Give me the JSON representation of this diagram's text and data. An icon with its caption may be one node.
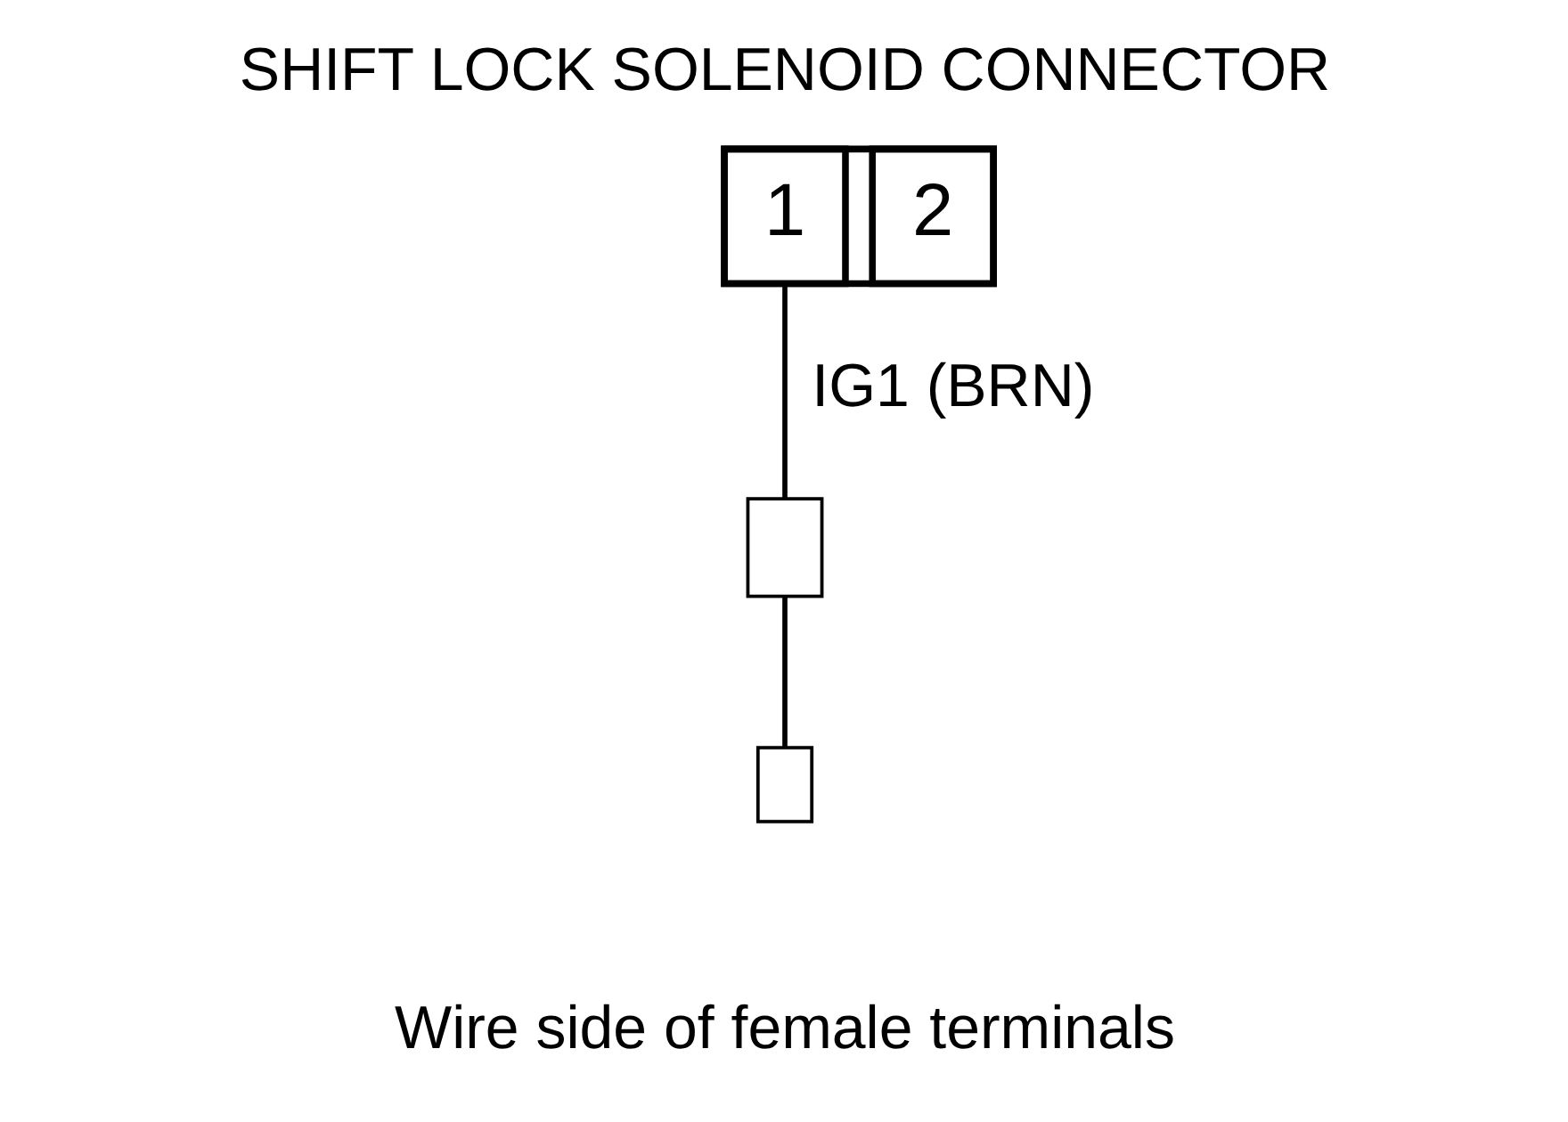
{
  "diagram": {
    "title": "SHIFT LOCK SOLENOID CONNECTOR",
    "caption": "Wire side of female terminals",
    "nodes": [
      {
        "text": [],
        "shape": "box"
      },
      {
        "text": [
          "1"
        ],
        "in": 0
      },
      {
        "text": [
          "2"
        ],
        "in": 0
      },
      {
        "text": [],
        "shape": "box"
      },
      {
        "text": [],
        "shape": "box"
      }
    ],
    "edges": [
      {
        "from": 1,
        "to": 3,
        "arrow": "none",
        "label": "IG1 (BRN)"
      },
      {
        "from": 3,
        "to": 4,
        "arrow": "none"
      }
    ]
  }
}
